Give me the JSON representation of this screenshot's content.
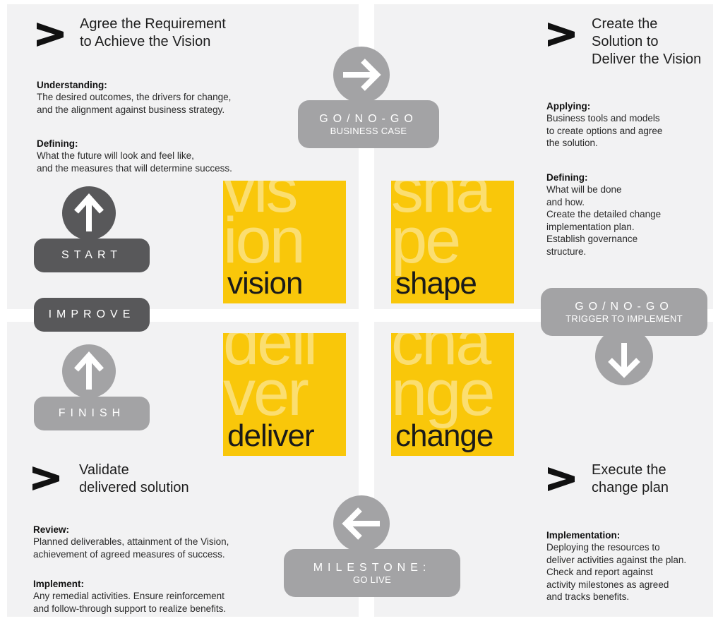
{
  "quadrants": {
    "top_left": {
      "heading": "Agree the Requirement\nto Achieve the Vision",
      "blocks": [
        {
          "title": "Understanding:",
          "text": "The desired outcomes, the drivers for change,\nand the alignment against business strategy."
        },
        {
          "title": "Defining:",
          "text": "What the future will look and feel like,\nand the measures that will determine success."
        }
      ]
    },
    "top_right": {
      "heading": "Create the\nSolution to\nDeliver the Vision",
      "blocks": [
        {
          "title": "Applying:",
          "text": "Business tools and models\nto create options and agree\nthe solution."
        },
        {
          "title": "Defining:",
          "text": "What will be done\nand how.\nCreate the detailed change\nimplementation plan.\nEstablish governance\nstructure."
        }
      ]
    },
    "bottom_left": {
      "heading": "Validate\ndelivered solution",
      "blocks": [
        {
          "title": "Review:",
          "text": "Planned deliverables, attainment of the Vision,\nachievement of agreed measures of success."
        },
        {
          "title": "Implement:",
          "text": "Any remedial activities. Ensure reinforcement\nand follow-through support to realize benefits."
        }
      ]
    },
    "bottom_right": {
      "heading": "Execute the\nchange plan",
      "blocks": [
        {
          "title": "Implementation:",
          "text": "Deploying the resources to\ndeliver activities against the plan.\nCheck and report against\nactivity milestones as agreed\nand tracks benefits."
        }
      ]
    }
  },
  "gates": {
    "business_case": {
      "main": "GO/NO-GO",
      "sub": "BUSINESS CASE",
      "icon": "arrow-right-icon"
    },
    "trigger": {
      "main": "GO/NO-GO",
      "sub": "TRIGGER TO IMPLEMENT",
      "icon": "arrow-down-icon"
    },
    "milestone": {
      "main": "MILESTONE:",
      "sub": "GO LIVE",
      "icon": "arrow-left-icon"
    }
  },
  "side_labels": {
    "start": "START",
    "improve": "IMPROVE",
    "finish": "FINISH"
  },
  "tiles": {
    "vision": {
      "label": "vision",
      "bg1": "vis",
      "bg2": "ion"
    },
    "shape": {
      "label": "shape",
      "bg1": "sha",
      "bg2": "pe"
    },
    "deliver": {
      "label": "deliver",
      "bg1": "deli",
      "bg2": "ver"
    },
    "change": {
      "label": "change",
      "bg1": "cha",
      "bg2": "nge"
    }
  },
  "colors": {
    "quadrant_bg": "#f2f2f3",
    "accent_yellow": "#f9c70a",
    "dark_gray": "#58585a",
    "mid_gray": "#a3a3a5",
    "chevron": "#111111"
  }
}
